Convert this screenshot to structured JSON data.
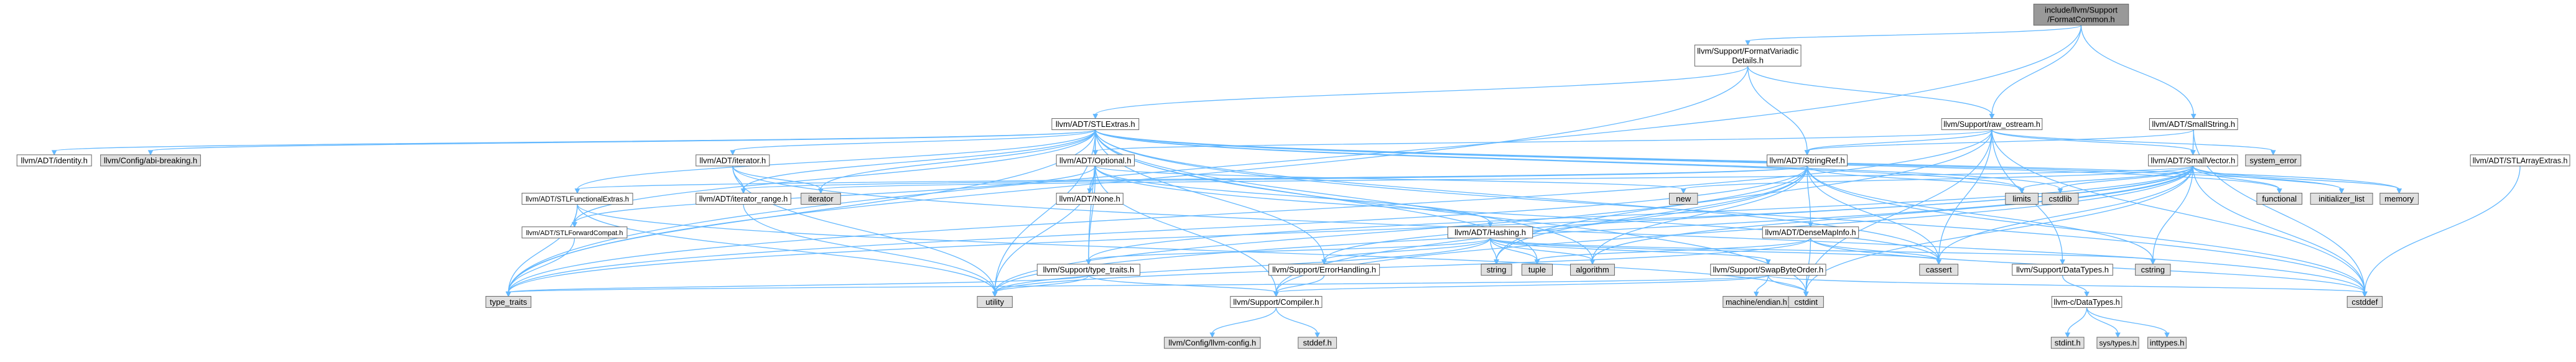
{
  "colors": {
    "root_fill": "#999999",
    "internal_fill": "#ffffff",
    "system_fill": "#e0e0e0",
    "border": "#666666",
    "edge": "#63b8ff"
  },
  "nodes": [
    {
      "id": "root",
      "lines": [
        "include/llvm/Support",
        "/FormatCommon.h"
      ],
      "kind": "root"
    },
    {
      "id": "fvd",
      "lines": [
        "llvm/Support/FormatVariadic",
        "Details.h"
      ],
      "kind": "internal"
    },
    {
      "id": "ss",
      "lines": [
        "llvm/ADT/SmallString.h"
      ],
      "kind": "internal"
    },
    {
      "id": "stl",
      "lines": [
        "llvm/ADT/STLExtras.h"
      ],
      "kind": "internal"
    },
    {
      "id": "raw",
      "lines": [
        "llvm/Support/raw_ostream.h"
      ],
      "kind": "internal"
    },
    {
      "id": "identity",
      "lines": [
        "llvm/ADT/identity.h"
      ],
      "kind": "internal"
    },
    {
      "id": "abi",
      "lines": [
        "llvm/Config/abi-breaking.h"
      ],
      "kind": "system"
    },
    {
      "id": "iterator_h",
      "lines": [
        "llvm/ADT/iterator.h"
      ],
      "kind": "internal"
    },
    {
      "id": "optional",
      "lines": [
        "llvm/ADT/Optional.h"
      ],
      "kind": "internal"
    },
    {
      "id": "stringref",
      "lines": [
        "llvm/ADT/StringRef.h"
      ],
      "kind": "internal"
    },
    {
      "id": "smallvector",
      "lines": [
        "llvm/ADT/SmallVector.h"
      ],
      "kind": "internal"
    },
    {
      "id": "stlarray",
      "lines": [
        "llvm/ADT/STLArrayExtras.h"
      ],
      "kind": "internal"
    },
    {
      "id": "syserror",
      "lines": [
        "system_error"
      ],
      "kind": "system"
    },
    {
      "id": "stlfunc",
      "lines": [
        "llvm/ADT/STLFunctionalExtras.h"
      ],
      "kind": "internal"
    },
    {
      "id": "itrange",
      "lines": [
        "llvm/ADT/iterator_range.h"
      ],
      "kind": "internal"
    },
    {
      "id": "iterator",
      "lines": [
        "iterator"
      ],
      "kind": "system"
    },
    {
      "id": "none",
      "lines": [
        "llvm/ADT/None.h"
      ],
      "kind": "internal"
    },
    {
      "id": "new",
      "lines": [
        "new"
      ],
      "kind": "system"
    },
    {
      "id": "limits",
      "lines": [
        "limits"
      ],
      "kind": "system"
    },
    {
      "id": "cstdlib",
      "lines": [
        "cstdlib"
      ],
      "kind": "system"
    },
    {
      "id": "functional",
      "lines": [
        "functional"
      ],
      "kind": "system"
    },
    {
      "id": "initlist",
      "lines": [
        "initializer_list"
      ],
      "kind": "system"
    },
    {
      "id": "memory",
      "lines": [
        "memory"
      ],
      "kind": "system"
    },
    {
      "id": "hashing",
      "lines": [
        "llvm/ADT/Hashing.h"
      ],
      "kind": "internal"
    },
    {
      "id": "densemap",
      "lines": [
        "llvm/ADT/DenseMapInfo.h"
      ],
      "kind": "internal"
    },
    {
      "id": "stlfwd",
      "lines": [
        "llvm/ADT/STLForwardCompat.h"
      ],
      "kind": "internal"
    },
    {
      "id": "typetraits_h",
      "lines": [
        "llvm/Support/type_traits.h"
      ],
      "kind": "internal"
    },
    {
      "id": "errhandling",
      "lines": [
        "llvm/Support/ErrorHandling.h"
      ],
      "kind": "internal"
    },
    {
      "id": "string",
      "lines": [
        "string"
      ],
      "kind": "system"
    },
    {
      "id": "tuple",
      "lines": [
        "tuple"
      ],
      "kind": "system"
    },
    {
      "id": "algorithm",
      "lines": [
        "algorithm"
      ],
      "kind": "system"
    },
    {
      "id": "swapbyte",
      "lines": [
        "llvm/Support/SwapByteOrder.h"
      ],
      "kind": "internal"
    },
    {
      "id": "cassert",
      "lines": [
        "cassert"
      ],
      "kind": "system"
    },
    {
      "id": "datatypes",
      "lines": [
        "llvm/Support/DataTypes.h"
      ],
      "kind": "internal"
    },
    {
      "id": "cstring",
      "lines": [
        "cstring"
      ],
      "kind": "system"
    },
    {
      "id": "typetraits",
      "lines": [
        "type_traits"
      ],
      "kind": "system"
    },
    {
      "id": "utility",
      "lines": [
        "utility"
      ],
      "kind": "system"
    },
    {
      "id": "compiler",
      "lines": [
        "llvm/Support/Compiler.h"
      ],
      "kind": "internal"
    },
    {
      "id": "endian",
      "lines": [
        "machine/endian.h"
      ],
      "kind": "system"
    },
    {
      "id": "cstdint",
      "lines": [
        "cstdint"
      ],
      "kind": "system"
    },
    {
      "id": "cdatatypes",
      "lines": [
        "llvm-c/DataTypes.h"
      ],
      "kind": "internal"
    },
    {
      "id": "cstddef",
      "lines": [
        "cstddef"
      ],
      "kind": "system"
    },
    {
      "id": "llvmconfig",
      "lines": [
        "llvm/Config/llvm-config.h"
      ],
      "kind": "system"
    },
    {
      "id": "stddef",
      "lines": [
        "stddef.h"
      ],
      "kind": "system"
    },
    {
      "id": "stdint",
      "lines": [
        "stdint.h"
      ],
      "kind": "system"
    },
    {
      "id": "systypes",
      "lines": [
        "sys/types.h"
      ],
      "kind": "system"
    },
    {
      "id": "inttypes",
      "lines": [
        "inttypes.h"
      ],
      "kind": "system"
    }
  ],
  "edges": [
    [
      "root",
      "fvd"
    ],
    [
      "root",
      "raw"
    ],
    [
      "root",
      "ss"
    ],
    [
      "root",
      "typetraits"
    ],
    [
      "fvd",
      "stl"
    ],
    [
      "fvd",
      "stringref"
    ],
    [
      "fvd",
      "raw"
    ],
    [
      "fvd",
      "typetraits"
    ],
    [
      "ss",
      "smallvector"
    ],
    [
      "ss",
      "stringref"
    ],
    [
      "ss",
      "cstddef"
    ],
    [
      "stl",
      "identity"
    ],
    [
      "stl",
      "abi"
    ],
    [
      "stl",
      "iterator_h"
    ],
    [
      "stl",
      "optional"
    ],
    [
      "stl",
      "stlfunc"
    ],
    [
      "stl",
      "stlfwd"
    ],
    [
      "stl",
      "itrange"
    ],
    [
      "stl",
      "iterator"
    ],
    [
      "stl",
      "errhandling"
    ],
    [
      "stl",
      "algorithm"
    ],
    [
      "stl",
      "cassert"
    ],
    [
      "stl",
      "cstddef"
    ],
    [
      "stl",
      "cstdint"
    ],
    [
      "stl",
      "cstdlib"
    ],
    [
      "stl",
      "functional"
    ],
    [
      "stl",
      "initlist"
    ],
    [
      "stl",
      "limits"
    ],
    [
      "stl",
      "memory"
    ],
    [
      "stl",
      "tuple"
    ],
    [
      "stl",
      "typetraits"
    ],
    [
      "stl",
      "utility"
    ],
    [
      "stl",
      "typetraits_h"
    ],
    [
      "raw",
      "smallvector"
    ],
    [
      "raw",
      "stringref"
    ],
    [
      "raw",
      "optional"
    ],
    [
      "raw",
      "datatypes"
    ],
    [
      "raw",
      "cassert"
    ],
    [
      "raw",
      "cstddef"
    ],
    [
      "raw",
      "cstdint"
    ],
    [
      "raw",
      "string"
    ],
    [
      "raw",
      "syserror"
    ],
    [
      "raw",
      "typetraits"
    ],
    [
      "iterator_h",
      "itrange"
    ],
    [
      "iterator_h",
      "iterator"
    ],
    [
      "iterator_h",
      "cstddef"
    ],
    [
      "iterator_h",
      "type_traits_dup"
    ],
    [
      "iterator_h",
      "utility"
    ],
    [
      "optional",
      "none"
    ],
    [
      "optional",
      "stlfwd"
    ],
    [
      "optional",
      "compiler"
    ],
    [
      "optional",
      "typetraits_h"
    ],
    [
      "optional",
      "cassert"
    ],
    [
      "optional",
      "new"
    ],
    [
      "optional",
      "utility"
    ],
    [
      "optional",
      "hashing"
    ],
    [
      "stringref",
      "stlfunc"
    ],
    [
      "stringref",
      "itrange"
    ],
    [
      "stringref",
      "compiler"
    ],
    [
      "stringref",
      "algorithm"
    ],
    [
      "stringref",
      "cassert"
    ],
    [
      "stringref",
      "cstddef"
    ],
    [
      "stringref",
      "cstring"
    ],
    [
      "stringref",
      "limits"
    ],
    [
      "stringref",
      "string"
    ],
    [
      "stringref",
      "typetraits"
    ],
    [
      "stringref",
      "utility"
    ],
    [
      "stringref",
      "densemap"
    ],
    [
      "smallvector",
      "compiler"
    ],
    [
      "smallvector",
      "typetraits_h"
    ],
    [
      "smallvector",
      "algorithm"
    ],
    [
      "smallvector",
      "cassert"
    ],
    [
      "smallvector",
      "cstddef"
    ],
    [
      "smallvector",
      "cstdlib"
    ],
    [
      "smallvector",
      "cstring"
    ],
    [
      "smallvector",
      "functional"
    ],
    [
      "smallvector",
      "initlist"
    ],
    [
      "smallvector",
      "iterator"
    ],
    [
      "smallvector",
      "limits"
    ],
    [
      "smallvector",
      "memory"
    ],
    [
      "smallvector",
      "new"
    ],
    [
      "smallvector",
      "typetraits"
    ],
    [
      "smallvector",
      "utility"
    ],
    [
      "smallvector",
      "cstdint"
    ],
    [
      "smallvector",
      "errhandling"
    ],
    [
      "stlarray",
      "cstddef"
    ],
    [
      "stlfunc",
      "stlfwd"
    ],
    [
      "stlfunc",
      "cstdint"
    ],
    [
      "stlfunc",
      "typetraits"
    ],
    [
      "stlfunc",
      "utility"
    ],
    [
      "itrange",
      "utility"
    ],
    [
      "hashing",
      "errhandling"
    ],
    [
      "hashing",
      "swapbyte"
    ],
    [
      "hashing",
      "type_traits_dup2"
    ],
    [
      "hashing",
      "algorithm"
    ],
    [
      "hashing",
      "cassert"
    ],
    [
      "hashing",
      "cstring"
    ],
    [
      "hashing",
      "string"
    ],
    [
      "hashing",
      "tuple"
    ],
    [
      "hashing",
      "utility"
    ],
    [
      "hashing",
      "typetraits_h"
    ],
    [
      "densemap",
      "cassert"
    ],
    [
      "densemap",
      "cstddef"
    ],
    [
      "densemap",
      "cstdint"
    ],
    [
      "densemap",
      "tuple"
    ],
    [
      "densemap",
      "utility"
    ],
    [
      "stlfwd",
      "typetraits"
    ],
    [
      "typetraits_h",
      "compiler"
    ],
    [
      "typetraits_h",
      "typetraits"
    ],
    [
      "typetraits_h",
      "utility"
    ],
    [
      "errhandling",
      "compiler"
    ],
    [
      "swapbyte",
      "compiler"
    ],
    [
      "swapbyte",
      "endian"
    ],
    [
      "swapbyte",
      "cstddef"
    ],
    [
      "swapbyte",
      "cstdint"
    ],
    [
      "swapbyte",
      "typetraits"
    ],
    [
      "datatypes",
      "cdatatypes"
    ],
    [
      "cdatatypes",
      "stdint"
    ],
    [
      "cdatatypes",
      "systypes"
    ],
    [
      "cdatatypes",
      "inttypes"
    ],
    [
      "compiler",
      "llvmconfig"
    ],
    [
      "compiler",
      "stddef"
    ]
  ]
}
